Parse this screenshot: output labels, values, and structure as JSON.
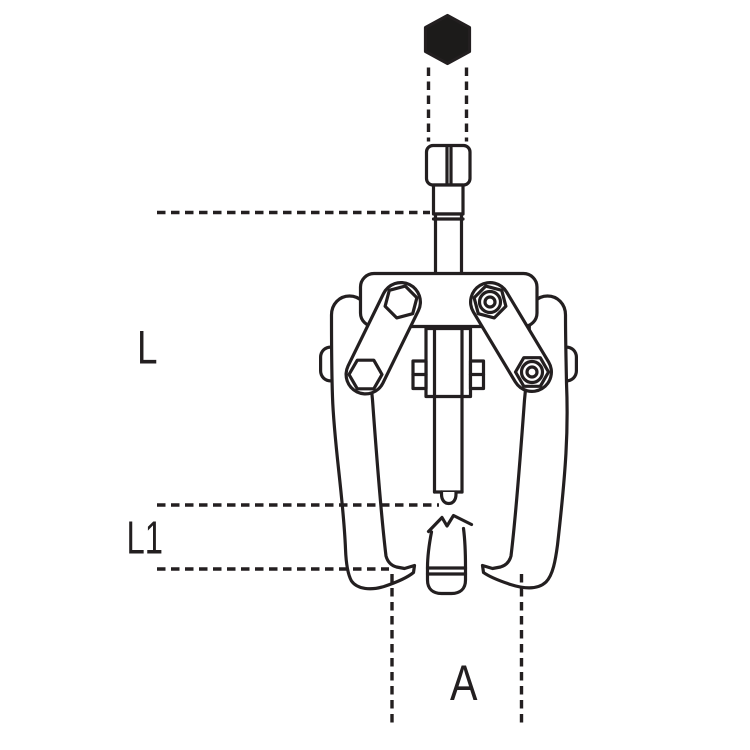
{
  "diagram": {
    "type": "technical-line-drawing",
    "subject": "two-leg gear puller with hex drive, dimension diagram",
    "labels": {
      "length_total": "L",
      "length_leg": "L1",
      "width_span": "A"
    },
    "colors": {
      "line": "#231f20",
      "background": "#ffffff",
      "hex_drive_fill": "#1c1b1a"
    }
  }
}
